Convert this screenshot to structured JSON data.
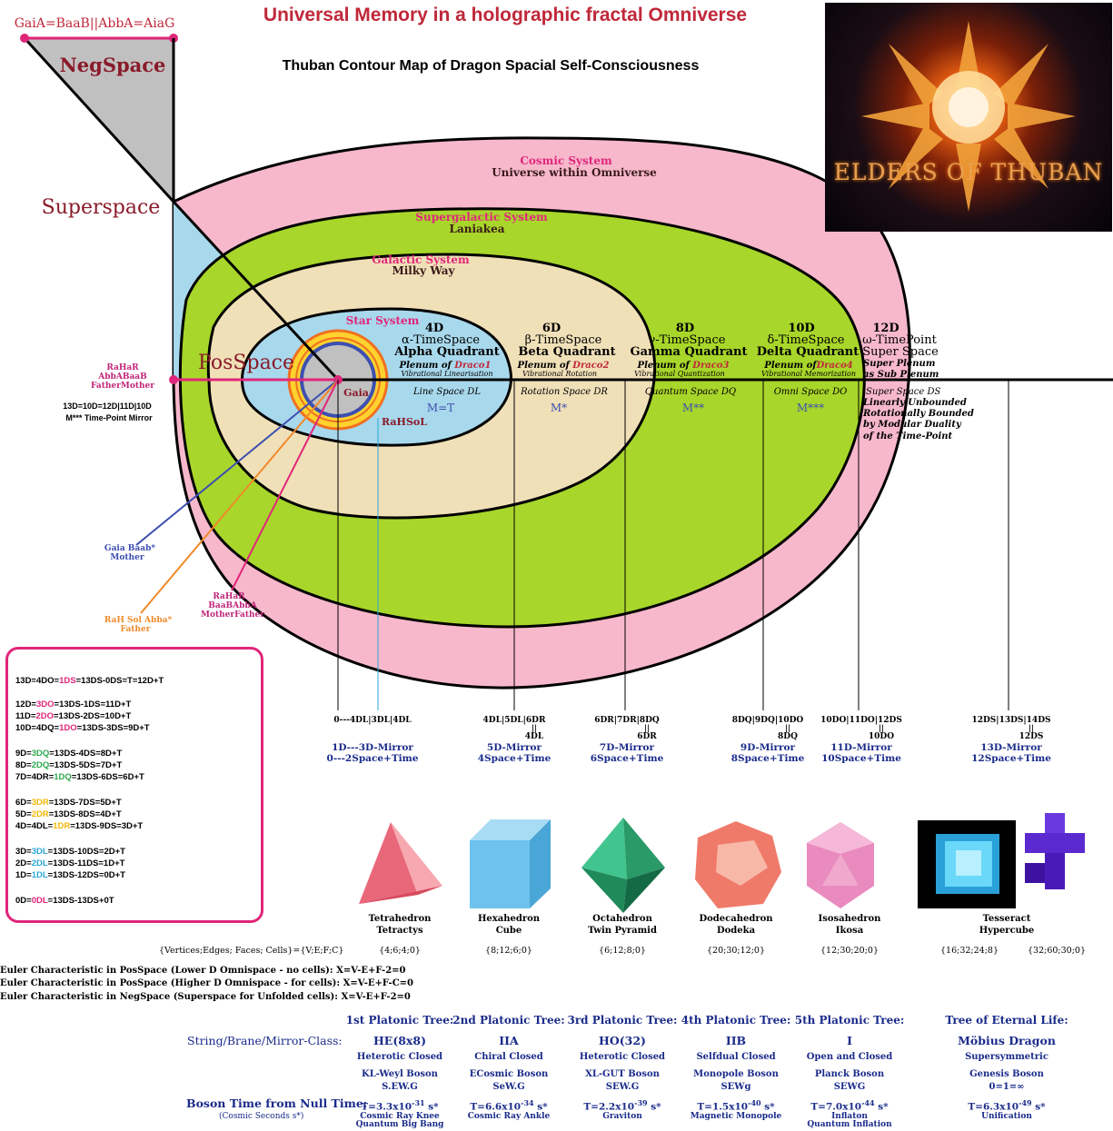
{
  "title": "Universal Memory in a holographic fractal Omniverse",
  "subtitle": "Thuban Contour Map of Dragon Spacial Self-Consciousness",
  "logo_text": "ELDERS OF THUBAN",
  "corner": {
    "top_label": "GaiA=BaaB||AbbA=AiaG",
    "negspace": "NegSpace",
    "superspace": "Superspace",
    "posspace": "PosSpace"
  },
  "rings": {
    "cosmic": [
      "Cosmic System",
      "Universe within Omniverse"
    ],
    "supergalactic": [
      "Supergalactic System",
      "Laniakea"
    ],
    "galactic": [
      "Galactic System",
      "Milky Way"
    ],
    "star": "Star System",
    "gaia": "Gaia",
    "rahsol": "RaHSoL"
  },
  "quadrants": [
    {
      "dim": "4D",
      "name": "α-TimeSpace",
      "quadrant": "Alpha Quadrant",
      "plenum_prefix": "Plenum of ",
      "plenum_name": "Draco1",
      "vib": "Vibrational Linearisation",
      "space": "Line Space DL",
      "mirror": "M=T"
    },
    {
      "dim": "6D",
      "name": "β-TimeSpace",
      "quadrant": "Beta Quadrant",
      "plenum_prefix": "Plenum of ",
      "plenum_name": "Draco2",
      "vib": "Vibrational Rotation",
      "space": "Rotation Space DR",
      "mirror": "M*"
    },
    {
      "dim": "8D",
      "name": "γ-TimeSpace",
      "quadrant": "Gamma Quadrant",
      "plenum_prefix": "Plenum of ",
      "plenum_name": "Draco3",
      "vib": "Vibrational Quantization",
      "space": "Quantum Space DQ",
      "mirror": "M**"
    },
    {
      "dim": "10D",
      "name": "δ-TimeSpace",
      "quadrant": "Delta Quadrant",
      "plenum_prefix": "Plenum of",
      "plenum_name": "Draco4",
      "vib": "Vibrational Memorization",
      "space": "Omni Space DO",
      "mirror": "M***"
    }
  ],
  "omega": {
    "dim": "12D",
    "name": "ω-TimePoint",
    "sub": "Super Space",
    "lines": [
      "Super Plenum",
      "as Sub Plenum"
    ],
    "space": "Super Space DS",
    "desc": [
      "Linearly Unbounded",
      "Rotationally Bounded",
      "by Modular Duality",
      "of the Time-Point"
    ]
  },
  "left_labels": {
    "father_mother": [
      "RaHaR",
      "AbbABaaB",
      "FatherMother"
    ],
    "mirror": [
      "13D=10D=12D|11D|10D",
      "M*** Time-Point Mirror"
    ],
    "gaia_mother": [
      "Gaia Baab*",
      "Mother"
    ],
    "rah_father": [
      "RaH Sol Abba*",
      "Father"
    ],
    "mother_father": [
      "RaHaR",
      "BaaBAbbA",
      "MotherFather"
    ]
  },
  "axis_labels": [
    {
      "top": "0---4DL|3DL|4DL",
      "under": "",
      "under2": "",
      "mirror": "1D---3D-Mirror",
      "space": "0---2Space+Time"
    },
    {
      "top": "4DL|5DL|6DR",
      "under": "||",
      "under2": "4DL",
      "mirror": "5D-Mirror",
      "space": "4Space+Time"
    },
    {
      "top": "6DR|7DR|8DQ",
      "under": "||",
      "under2": "6DR",
      "mirror": "7D-Mirror",
      "space": "6Space+Time"
    },
    {
      "top": "8DQ|9DQ|10DO",
      "under": "||",
      "under2": "8DQ",
      "mirror": "9D-Mirror",
      "space": "8Space+Time"
    },
    {
      "top": "10DO|11DO|12DS",
      "under": "||",
      "under2": "10DO",
      "mirror": "11D-Mirror",
      "space": "10Space+Time"
    },
    {
      "top": "12DS|13DS|14DS",
      "under": "||",
      "under2": "12DS",
      "mirror": "13D-Mirror",
      "space": "12Space+Time"
    }
  ],
  "equations": [
    {
      "pre": "13D=4DO=",
      "hl": "1DS",
      "post": "=13DS-0DS=T=12D+T",
      "color": "#e0267a"
    },
    {
      "pre": "12D=",
      "hl": "3DO",
      "post": "=13DS-1DS=11D+T",
      "color": "#e0267a"
    },
    {
      "pre": "11D=",
      "hl": "2DO",
      "post": "=13DS-2DS=10D+T",
      "color": "#e0267a"
    },
    {
      "pre": "10D=4DQ=",
      "hl": "1DO",
      "post": "=13DS-3DS=9D+T",
      "color": "#e0267a"
    },
    {
      "pre": "9D=",
      "hl": "3DQ",
      "post": "=13DS-4DS=8D+T",
      "color": "#2fa84f"
    },
    {
      "pre": "8D=",
      "hl": "2DQ",
      "post": "=13DS-5DS=7D+T",
      "color": "#2fa84f"
    },
    {
      "pre": "7D=4DR=",
      "hl": "1DQ",
      "post": "=13DS-6DS=6D+T",
      "color": "#2fa84f"
    },
    {
      "pre": "6D=",
      "hl": "3DR",
      "post": "=13DS-7DS=5D+T",
      "color": "#f2b705"
    },
    {
      "pre": "5D=",
      "hl": "2DR",
      "post": "=13DS-8DS=4D+T",
      "color": "#f2b705"
    },
    {
      "pre": "4D=4DL=",
      "hl": "1DR",
      "post": "=13DS-9DS=3D+T",
      "color": "#f2b705"
    },
    {
      "pre": "3D=",
      "hl": "3DL",
      "post": "=13DS-10DS=2D+T",
      "color": "#2aa6d6"
    },
    {
      "pre": "2D=",
      "hl": "2DL",
      "post": "=13DS-11DS=1D+T",
      "color": "#2aa6d6"
    },
    {
      "pre": "1D=",
      "hl": "1DL",
      "post": "=13DS-12DS=0D+T",
      "color": "#2aa6d6"
    },
    {
      "pre": "0D=",
      "hl": "0DL",
      "post": "=13DS-13DS+0T",
      "color": "#e0267a"
    }
  ],
  "solids": [
    {
      "name": "Tetrahedron",
      "alt": "Tetractys",
      "vef": "{4;6;4;0}",
      "color": "#f28e9a"
    },
    {
      "name": "Hexahedron",
      "alt": "Cube",
      "vef": "{8;12;6;0}",
      "color": "#6ec3ee"
    },
    {
      "name": "Octahedron",
      "alt": "Twin Pyramid",
      "vef": "{6;12;8;0}",
      "color": "#2fb07a"
    },
    {
      "name": "Dodecahedron",
      "alt": "Dodeka",
      "vef": "{20;30;12;0}",
      "color": "#f07a6a"
    },
    {
      "name": "Isosahedron",
      "alt": "Ikosa",
      "vef": "{12;30;20;0}",
      "color": "#e98bbf"
    },
    {
      "name": "Tesseract",
      "alt": "Hypercube",
      "vef": "{16;32;24;8}",
      "vef2": "{32;60;30;0}",
      "color": "#5a2ad0"
    }
  ],
  "vef_caption": "{Vertices;Edges; Faces; Cells}={V;E;F;C}",
  "euler": [
    "Euler Characteristic in PosSpace (Lower D Omnispace - no cells):  X=V-E+F-2=0",
    "Euler Characteristic in PosSpace (Higher D Omnispace - for cells): X=V-E+F-C=0",
    "Euler Characteristic in NegSpace (Superspace for Unfolded cells): X=V-E+F-2=0"
  ],
  "table": {
    "row_labels": [
      "String/Brane/Mirror-Class:",
      "Boson Time from Null Time:",
      "(Cosmic Seconds s*)"
    ],
    "columns": [
      {
        "head": "1st Platonic Tree:",
        "cls": "HE(8x8)",
        "sub": "Heterotic Closed",
        "boson": "KL-Weyl Boson",
        "code": "S.EW.G",
        "time": "T=3.3x10",
        "exp": "-31",
        "unit": " s*",
        "note": "Cosmic Ray Knee",
        "note2": "Quantum Big Bang"
      },
      {
        "head": "2nd Platonic Tree:",
        "cls": "IIA",
        "sub": "Chiral Closed",
        "boson": "ECosmic Boson",
        "code": "SeW.G",
        "time": "T=6.6x10",
        "exp": "-34",
        "unit": " s*",
        "note": "Cosmic Ray Ankle",
        "note2": ""
      },
      {
        "head": "3rd Platonic Tree:",
        "cls": "HO(32)",
        "sub": "Heterotic Closed",
        "boson": "XL-GUT Boson",
        "code": "SEW.G",
        "time": "T=2.2x10",
        "exp": "-39",
        "unit": " s*",
        "note": "Graviton",
        "note2": ""
      },
      {
        "head": "4th Platonic Tree:",
        "cls": "IIB",
        "sub": "Selfdual Closed",
        "boson": "Monopole Boson",
        "code": "SEWg",
        "time": "T=1.5x10",
        "exp": "-40",
        "unit": " s*",
        "note": "Magnetic Monopole",
        "note2": ""
      },
      {
        "head": "5th Platonic Tree:",
        "cls": "I",
        "sub": "Open and Closed",
        "boson": "Planck Boson",
        "code": "SEWG",
        "time": "T=7.0x10",
        "exp": "-44",
        "unit": " s*",
        "note": "Inflaton",
        "note2": "Quantum Inflation"
      },
      {
        "head": "Tree of Eternal Life:",
        "cls": "Möbius Dragon",
        "sub": "Supersymmetric",
        "boson": "Genesis Boson",
        "code": "0=1=∞",
        "time": "T=6.3x10",
        "exp": "-49",
        "unit": " s*",
        "note": "Unification",
        "note2": ""
      }
    ]
  }
}
